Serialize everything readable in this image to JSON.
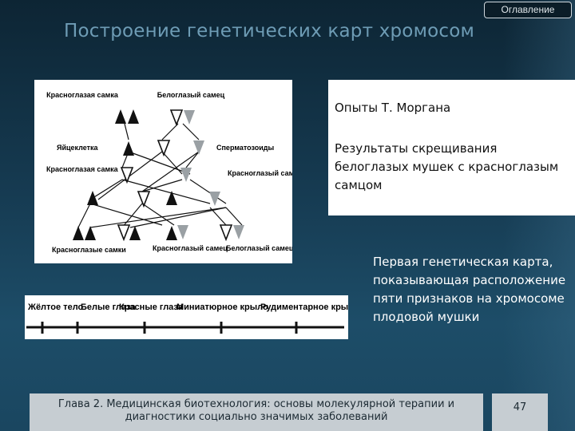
{
  "header": {
    "toc_button": "Оглавление",
    "title": "Построение генетических карт хромосом"
  },
  "cross_diagram": {
    "labels": {
      "red_eyed_female_top": "Красноглазая самка",
      "white_eyed_male_top": "Белоглазый самец",
      "egg": "Яйцеклетка",
      "sperm": "Сперматозоиды",
      "red_eyed_female_mid": "Красноглазая самка",
      "red_eyed_male_mid": "Красноглазый самец",
      "red_eyed_females_bottom": "Красноглазые самки",
      "red_eyed_male_bottom": "Красноглазый самец",
      "white_eyed_male_bottom": "Белоглазый самец"
    }
  },
  "text_blocks": {
    "morgan": "Опыты Т. Моргана",
    "results": "Результаты скрещивания белоглазых мушек с красноглазым самцом",
    "map_description": "Первая генетическая карта, показывающая расположение пяти признаков на хромосоме плодовой мушки"
  },
  "chromosome_map": {
    "traits": [
      "Жёлтое тело",
      "Белые глаза",
      "Красные глаза",
      "Миниатюрное крыло",
      "Рудиментарное крыло"
    ]
  },
  "footer": {
    "chapter": "Глава 2. Медицинская биотехнология: основы молекулярной терапии и диагностики социально значимых заболеваний",
    "page_number": "47"
  }
}
